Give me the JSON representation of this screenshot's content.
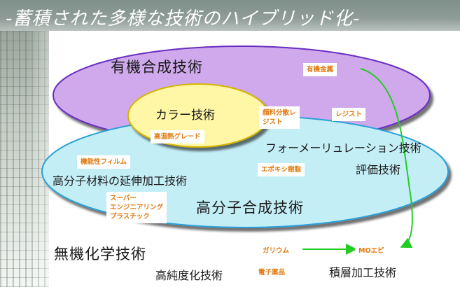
{
  "title": "-蓄積された多様な技術のハイブリッド化-",
  "regions": {
    "organic": "有機合成技術",
    "color": "カラー技術",
    "polymer": "高分子合成技術",
    "inorganic": "無機化学技術"
  },
  "technologies": {
    "stretching": "高分子材料の延伸加工技術",
    "formulation": "フォーメーリュレーション技術",
    "evaluation": "評価技術",
    "purification": "高純度化技術",
    "lamination": "積層加工技術"
  },
  "tags": {
    "organic_metal": "有機金属",
    "pigment_resist": [
      "顔料分散レ",
      "ジスト"
    ],
    "resist": "レジスト",
    "heat_grade": "高温熱グレード",
    "functional_film": "機能性フィルム",
    "epoxy": "エポキシ樹脂",
    "super_plastic": [
      "スーパー",
      "エンジニアリング",
      "プラスチック"
    ],
    "gallium": "ガリウム",
    "mo_epi": "MOエピ",
    "electronic_chem": "電子薬品"
  },
  "colors": {
    "organic_fill": "#cfa9ec",
    "color_fill": "#fff6a6",
    "polymer_fill": "#c4eef6",
    "arrow": "#22cc22",
    "tag_text": "#e07a10"
  }
}
